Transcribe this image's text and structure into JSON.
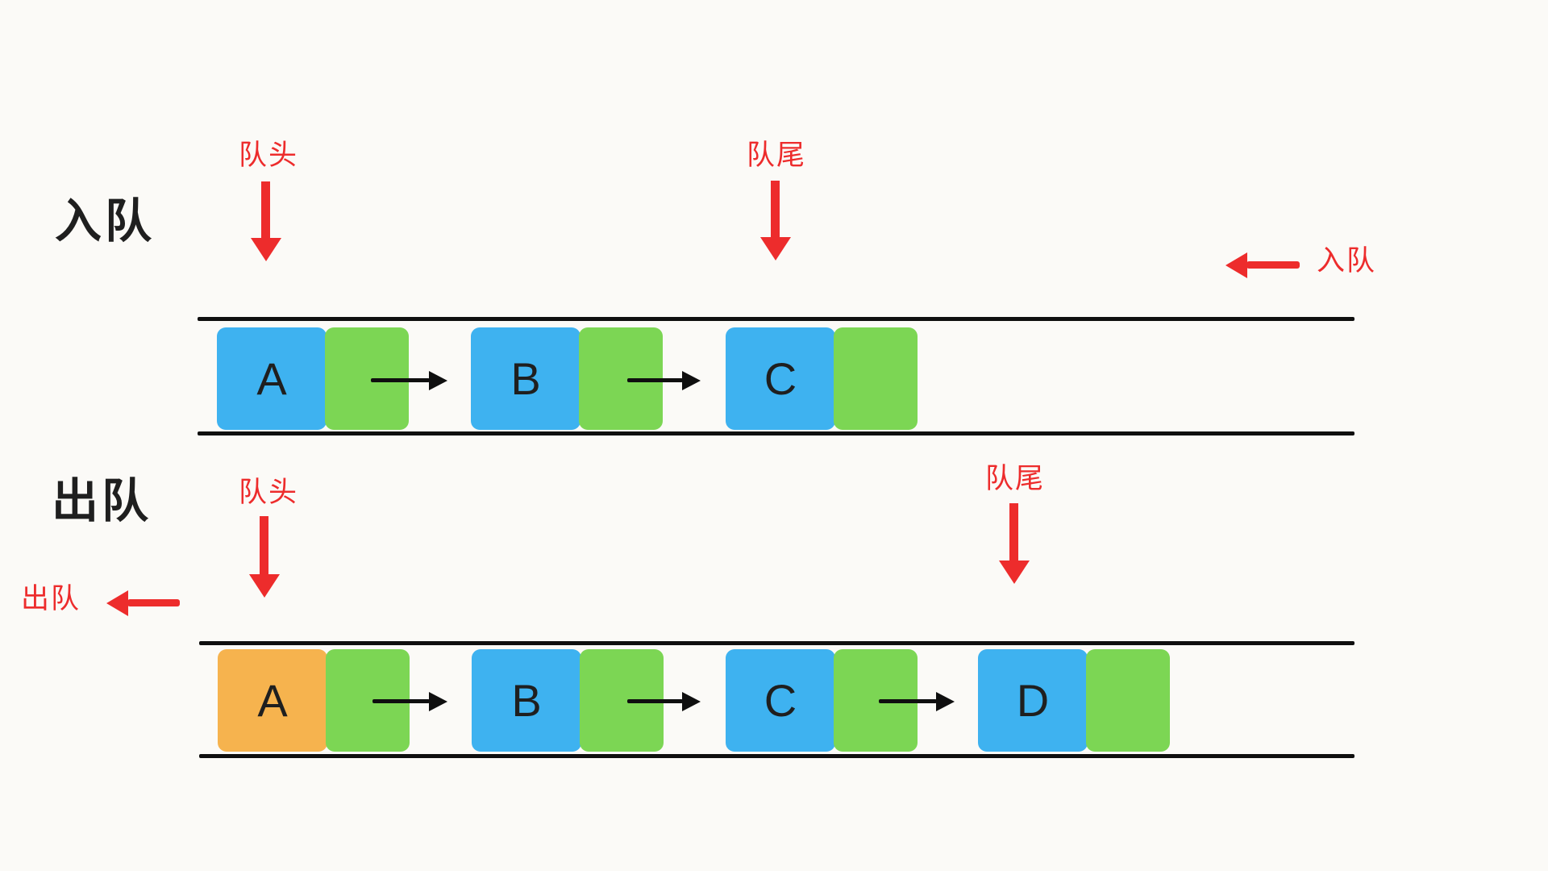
{
  "page": {
    "description": "Linked-list queue operations diagram",
    "background": "#fbfaf7"
  },
  "colors": {
    "node-data": "#3eb2f0",
    "node-next": "#7cd654",
    "node-dequeued": "#f6b34e",
    "annotation-red": "#ed2c2c",
    "line-black": "#0f0f0f",
    "text-black": "#1f1f1f"
  },
  "rows": [
    {
      "id": "enqueue",
      "title": "入队",
      "head_label": "队头",
      "tail_label": "队尾",
      "action_label": "入队",
      "nodes": [
        {
          "label": "A",
          "state": "normal"
        },
        {
          "label": "B",
          "state": "normal"
        },
        {
          "label": "C",
          "state": "normal"
        }
      ]
    },
    {
      "id": "dequeue",
      "title": "出队",
      "head_label": "队头",
      "tail_label": "队尾",
      "action_label": "出队",
      "nodes": [
        {
          "label": "A",
          "state": "dequeued"
        },
        {
          "label": "B",
          "state": "normal"
        },
        {
          "label": "C",
          "state": "normal"
        },
        {
          "label": "D",
          "state": "normal"
        }
      ]
    }
  ]
}
